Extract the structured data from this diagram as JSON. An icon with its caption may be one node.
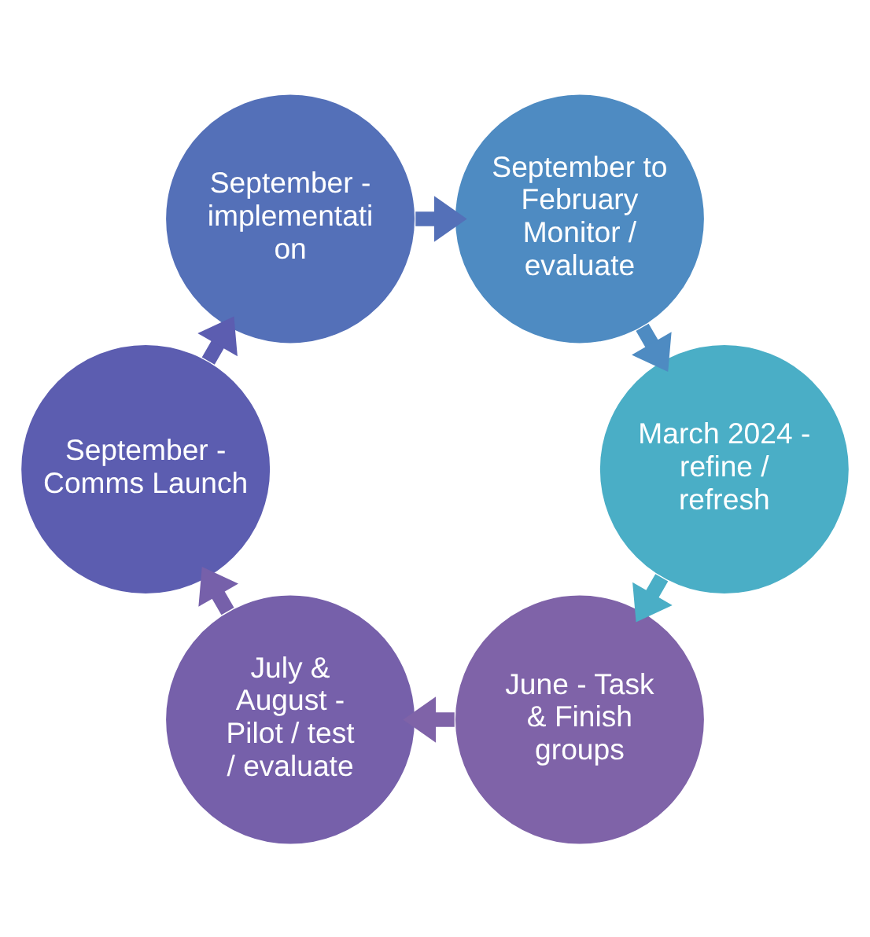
{
  "diagram": {
    "nodes": [
      {
        "text": [
          "June - Task & Finish groups"
        ]
      },
      {
        "text": [
          "July & August - Pilot / test / evaluate"
        ]
      },
      {
        "text": [
          "September - Comms Launch"
        ]
      },
      {
        "text": [
          "September - implementation"
        ]
      },
      {
        "text": [
          "September to February Monitor / evaluate"
        ]
      },
      {
        "text": [
          "March 2024 - refine / refresh"
        ]
      }
    ],
    "edges": [
      {
        "from": 0,
        "to": 1,
        "arrow": "to"
      },
      {
        "from": 1,
        "to": 2,
        "arrow": "to"
      },
      {
        "from": 2,
        "to": 3,
        "arrow": "to"
      },
      {
        "from": 3,
        "to": 4,
        "arrow": "to"
      },
      {
        "from": 4,
        "to": 5,
        "arrow": "to"
      },
      {
        "from": 5,
        "to": 0,
        "arrow": "to"
      }
    ]
  }
}
